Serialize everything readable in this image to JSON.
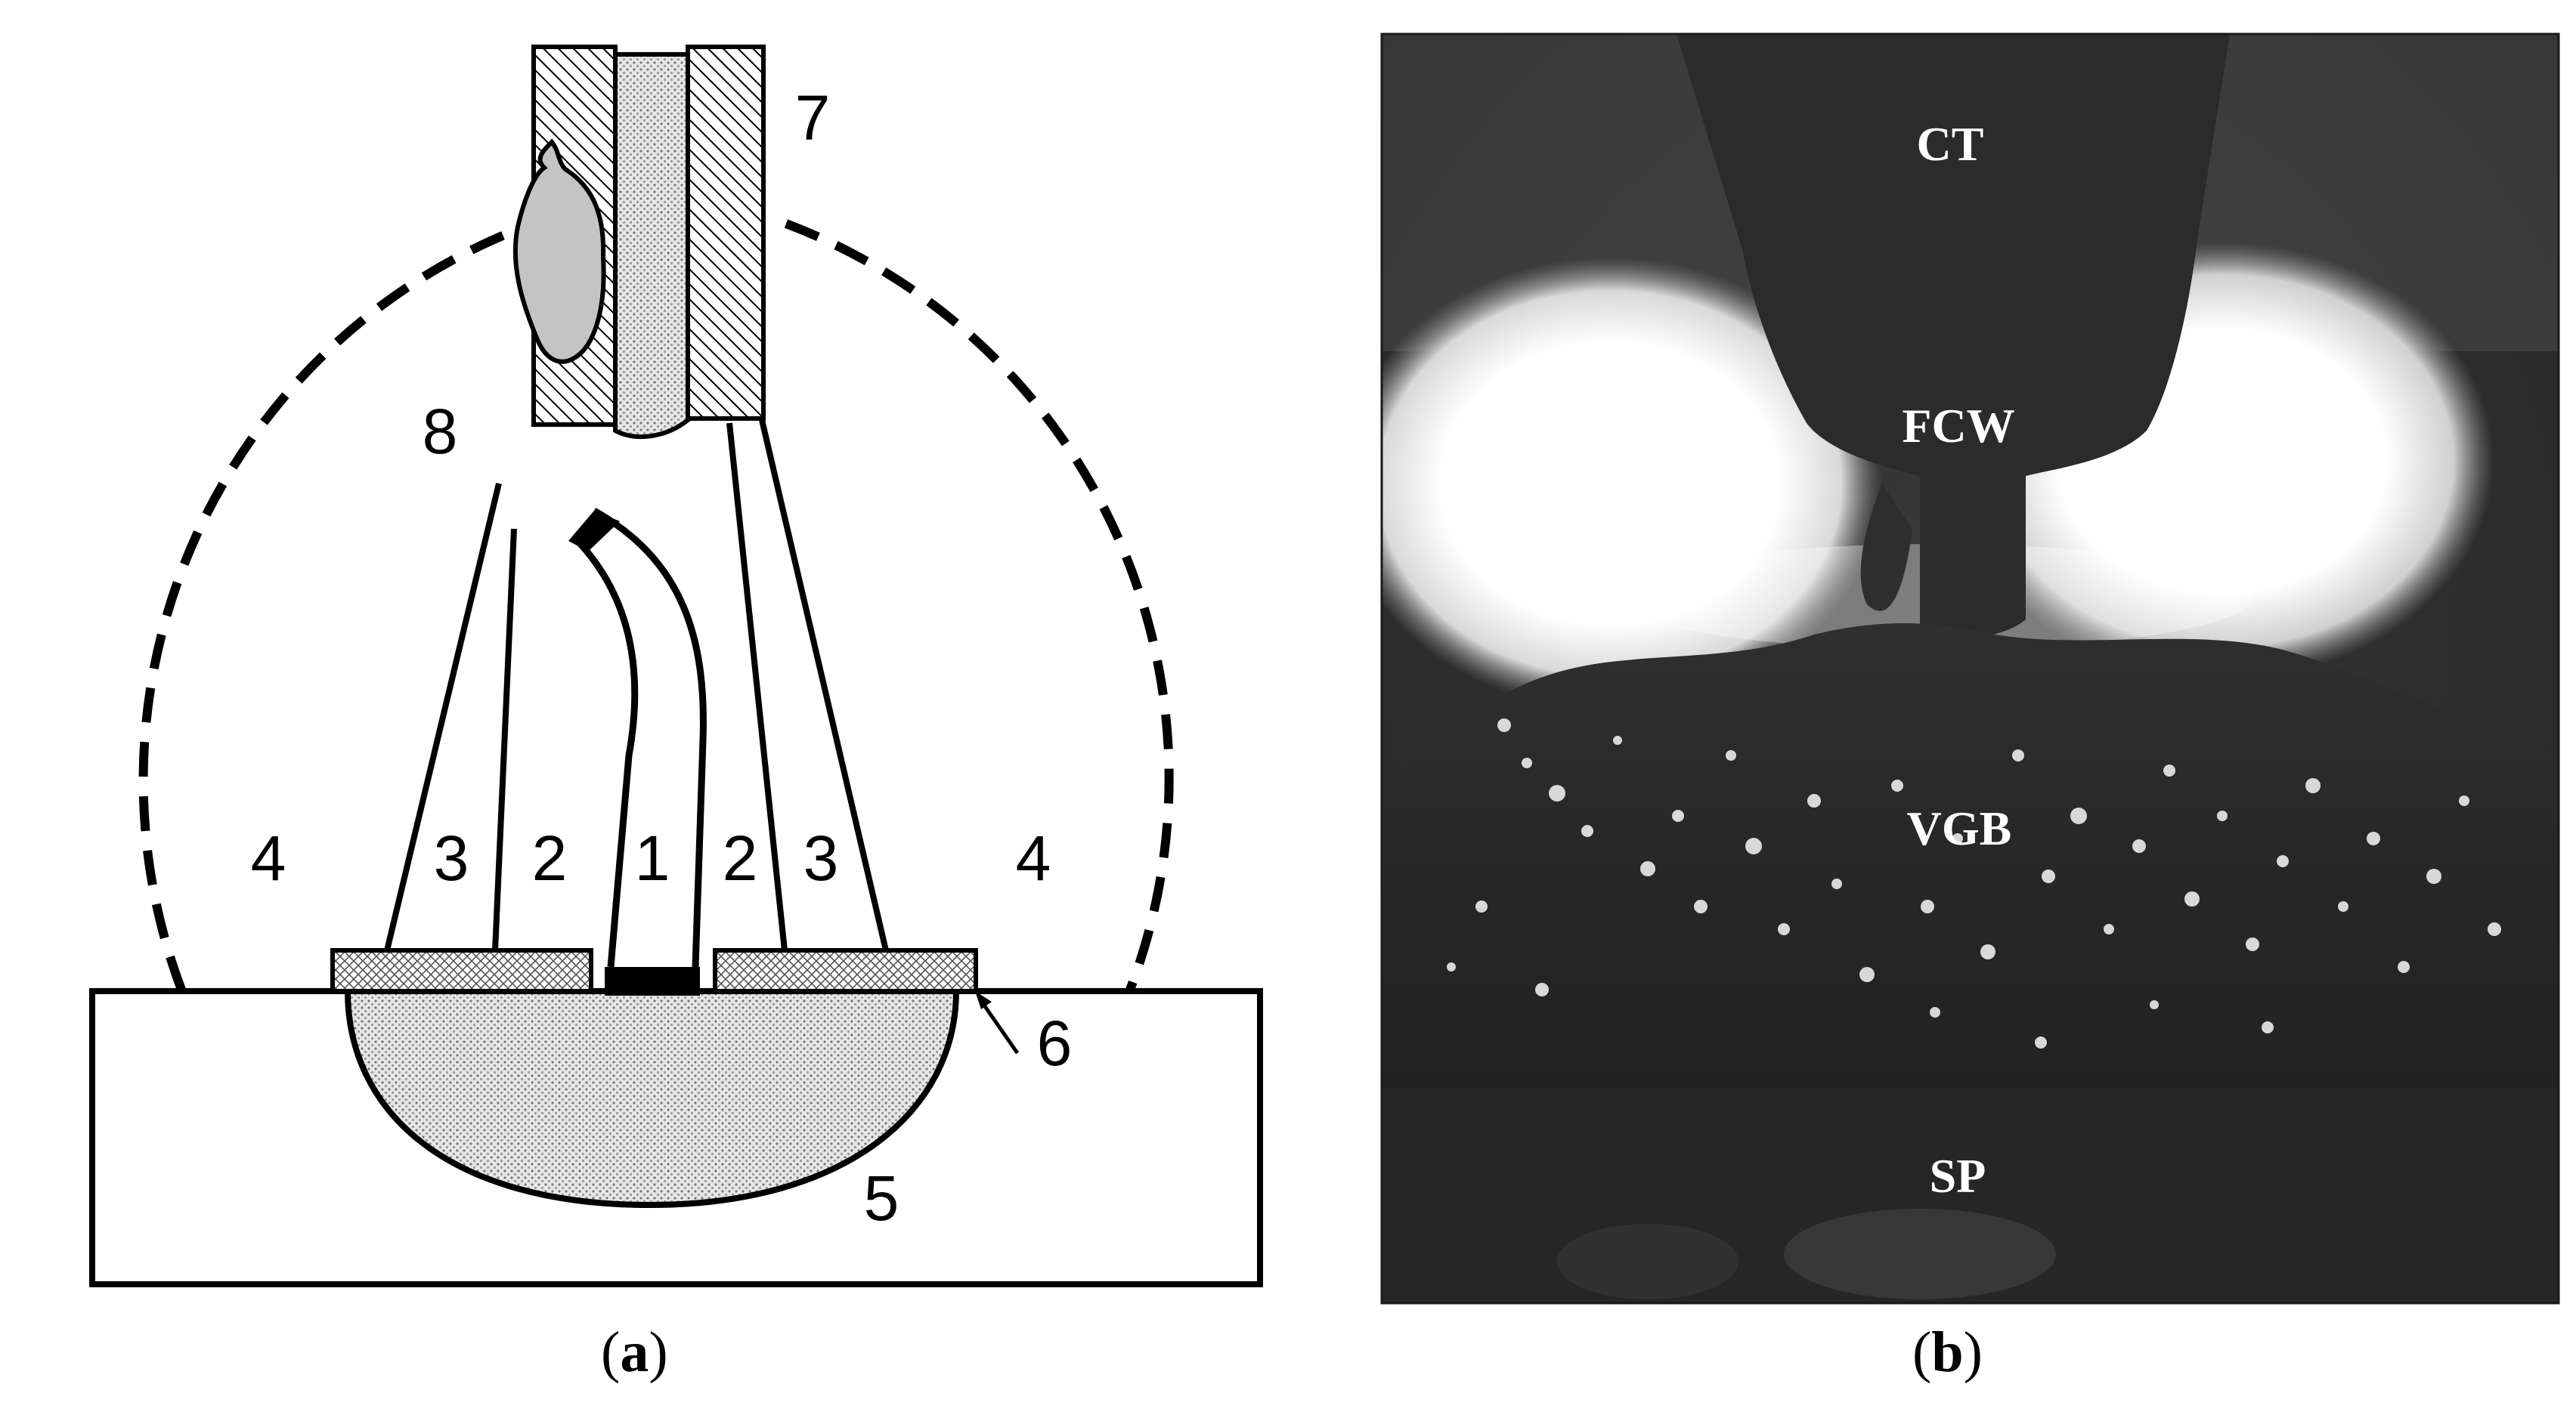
{
  "panel_a": {
    "labels": {
      "zone_1": "1",
      "zone_2_left": "2",
      "zone_2_right": "2",
      "zone_3_left": "3",
      "zone_3_right": "3",
      "zone_4_left": "4",
      "zone_4_right": "4",
      "item_5": "5",
      "item_6": "6",
      "item_7": "7",
      "item_8": "8"
    },
    "caption_letter": "a"
  },
  "panel_b": {
    "labels": {
      "ct": "CT",
      "fcw": "FCW",
      "vgb": "VGB",
      "sp": "SP"
    },
    "caption_letter": "b"
  },
  "colors": {
    "ink": "#000000",
    "droplet_gray": "#c4c4c4",
    "photo_background": "#2b2b2b",
    "glow": "#ffffff"
  }
}
